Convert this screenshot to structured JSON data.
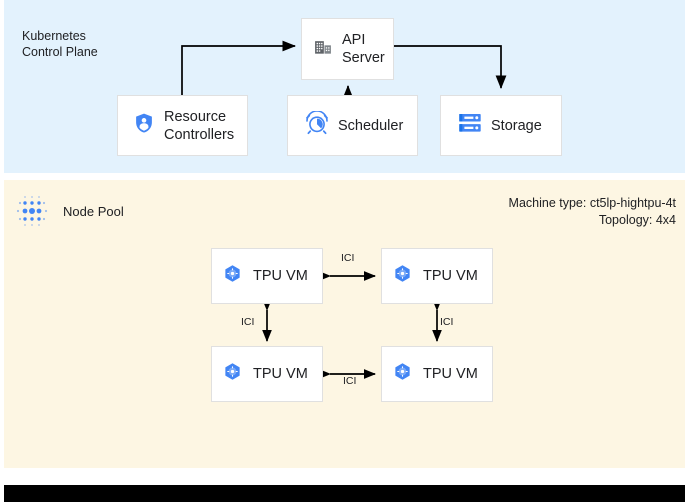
{
  "control_plane": {
    "title": "Kubernetes\nControl Plane",
    "background_color": "#e3f2fd",
    "nodes": [
      {
        "id": "api-server",
        "label": "API\nServer",
        "icon": "building-icon"
      },
      {
        "id": "resource-controllers",
        "label": "Resource\nControllers",
        "icon": "shield-person-icon"
      },
      {
        "id": "scheduler",
        "label": "Scheduler",
        "icon": "alarm-clock-icon"
      },
      {
        "id": "storage",
        "label": "Storage",
        "icon": "server-rack-icon"
      }
    ]
  },
  "node_pool": {
    "title": "Node Pool",
    "icon": "dot-matrix-icon",
    "background_color": "#fdf6e3",
    "machine_type": "Machine type: ct5lp-hightpu-4t",
    "topology": "Topology: 4x4",
    "vms": [
      {
        "id": "tpu-vm-0",
        "label": "TPU VM",
        "icon": "tpu-hexagon-icon"
      },
      {
        "id": "tpu-vm-1",
        "label": "TPU VM",
        "icon": "tpu-hexagon-icon"
      },
      {
        "id": "tpu-vm-2",
        "label": "TPU VM",
        "icon": "tpu-hexagon-icon"
      },
      {
        "id": "tpu-vm-3",
        "label": "TPU VM",
        "icon": "tpu-hexagon-icon"
      }
    ],
    "interconnects": [
      {
        "id": "ici-top",
        "label": "ICI",
        "from": "tpu-vm-0",
        "to": "tpu-vm-1",
        "direction": "bidirectional"
      },
      {
        "id": "ici-left",
        "label": "ICI",
        "from": "tpu-vm-0",
        "to": "tpu-vm-2",
        "direction": "bidirectional"
      },
      {
        "id": "ici-right",
        "label": "ICI",
        "from": "tpu-vm-1",
        "to": "tpu-vm-3",
        "direction": "bidirectional"
      },
      {
        "id": "ici-bottom",
        "label": "ICI",
        "from": "tpu-vm-2",
        "to": "tpu-vm-3",
        "direction": "bidirectional"
      }
    ]
  },
  "colors": {
    "google_blue": "#4285f4",
    "icon_gray": "#5f6368",
    "connector": "#000000",
    "text": "#202124",
    "bottom_bar": "#000000"
  }
}
